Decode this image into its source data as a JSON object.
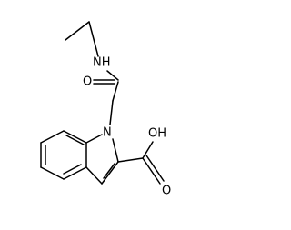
{
  "molecule": {
    "labels": {
      "nh": "NH",
      "amide_o": "O",
      "n1": "N",
      "oh": "OH",
      "acid_o": "O"
    },
    "colors": {
      "bond": "#000000",
      "text": "#000000",
      "background": "#ffffff"
    }
  }
}
